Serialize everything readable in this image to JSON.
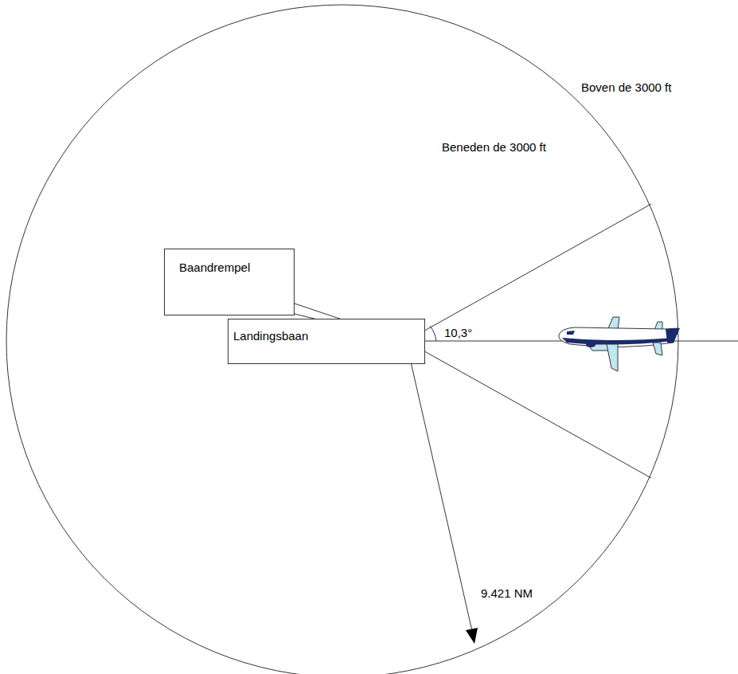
{
  "diagram": {
    "nodes": [
      {
        "text": [
          "Baandrempel"
        ]
      },
      {
        "text": [
          "Landingsbaan"
        ]
      }
    ],
    "labels": [
      "Boven de 3000 ft",
      "Beneden de 3000 ft",
      "10,3°",
      "9.421 NM"
    ]
  }
}
